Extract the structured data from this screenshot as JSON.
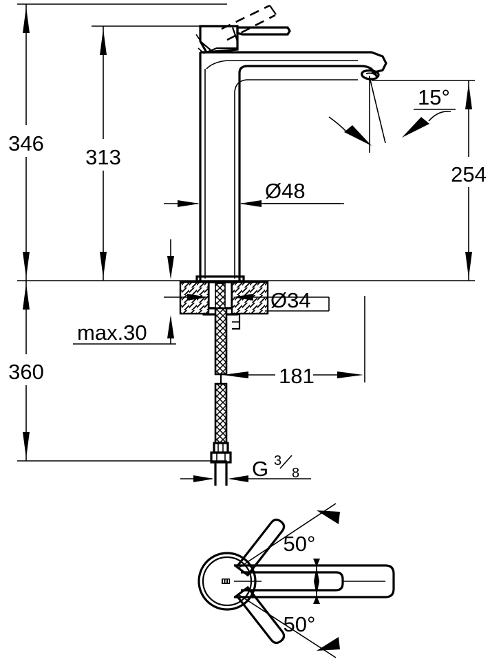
{
  "document": {
    "type": "technical-dimension-drawing",
    "subject": "single-lever basin mixer faucet (XL-size high spout)",
    "units": "mm",
    "views": [
      {
        "name": "front-elevation-section",
        "label": ""
      },
      {
        "name": "top-plan-view",
        "label": ""
      }
    ]
  },
  "dimensions": {
    "overall_height_346": {
      "value": "346",
      "name": "overall-height",
      "orientation": "vertical",
      "from": "top of lever handle",
      "to": "countertop surface"
    },
    "body_height_313": {
      "value": "313",
      "name": "body-height",
      "orientation": "vertical",
      "from": "top of spout body",
      "to": "countertop surface"
    },
    "spout_height_254": {
      "value": "254",
      "name": "spout-outlet-height",
      "orientation": "vertical",
      "from": "spout outlet",
      "to": "countertop surface"
    },
    "below_counter_360": {
      "value": "360",
      "name": "below-counter-length",
      "orientation": "vertical",
      "from": "countertop surface",
      "to": "end of flexible hose"
    },
    "column_diameter_48": {
      "value": "Ø48",
      "name": "column-diameter"
    },
    "shank_diameter_34": {
      "value": "Ø34",
      "name": "shank-diameter"
    },
    "counter_thickness_max30": {
      "value": "max.30",
      "name": "max-countertop-thickness"
    },
    "hose_length_181": {
      "value": "181",
      "name": "hose-length",
      "orientation": "horizontal"
    },
    "thread_size": {
      "letter": "G",
      "numerator": "3",
      "denominator": "8",
      "name": "connection-thread-g-three-eighths"
    },
    "spout_angle_15": {
      "value": "15°",
      "name": "spout-outlet-angle"
    },
    "swivel_angle_upper_50": {
      "value": "50°",
      "name": "lever-swivel-angle-upper"
    },
    "swivel_angle_lower_50": {
      "value": "50°",
      "name": "lever-swivel-angle-lower"
    }
  },
  "colors": {
    "line": "#000000",
    "background": "#ffffff"
  }
}
